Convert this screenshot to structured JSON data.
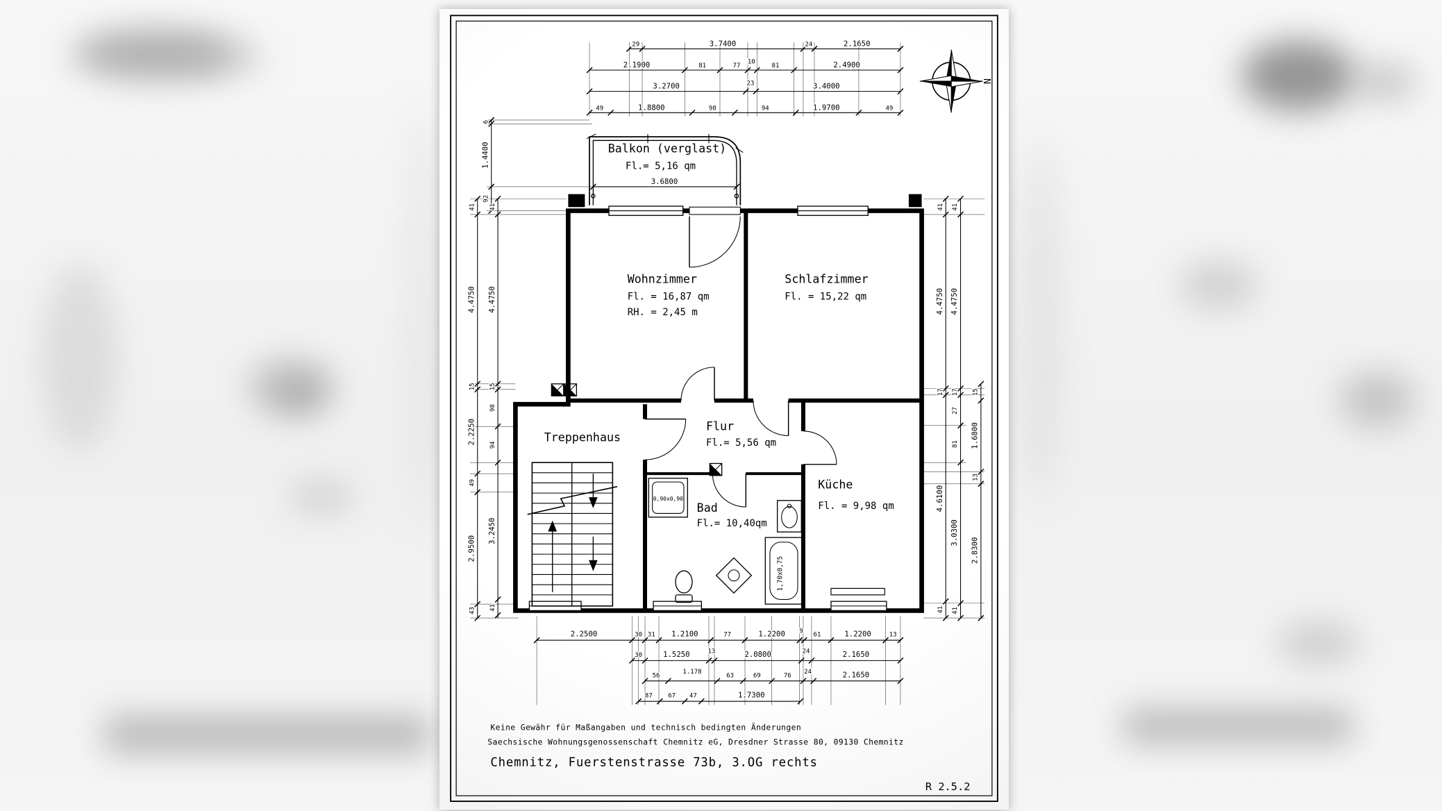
{
  "palette": {
    "ink": "#000000",
    "paper": "#ffffff"
  },
  "compass": {
    "n": "N"
  },
  "rooms": {
    "balkon": {
      "name": "Balkon (verglast)",
      "area": "Fl.= 5,16 qm"
    },
    "wohnzimmer": {
      "name": "Wohnzimmer",
      "area": "Fl. = 16,87 qm",
      "height": "RH. = 2,45 m"
    },
    "schlafzimmer": {
      "name": "Schlafzimmer",
      "area": "Fl. = 15,22 qm"
    },
    "flur": {
      "name": "Flur",
      "area": "Fl.= 5,56 qm"
    },
    "treppenhaus": {
      "name": "Treppenhaus"
    },
    "bad": {
      "name": "Bad",
      "area": "Fl.= 10,40qm"
    },
    "kueche": {
      "name": "Küche",
      "area": "Fl. = 9,98 qm"
    }
  },
  "fixtures": {
    "shower": "0,90x0,90",
    "tub": "1,70x0,75"
  },
  "dims": {
    "t1": [
      "29",
      "3.7400",
      "24",
      "2.1650"
    ],
    "t2": [
      "2.1900",
      "81",
      "77",
      "10",
      "81",
      "2.4900"
    ],
    "t3": [
      "3.2700",
      "23",
      "3.4000"
    ],
    "t4": [
      "49",
      "1.8800",
      "98",
      "94",
      "1.9700",
      "49"
    ],
    "bk": [
      "6",
      "1.4400",
      "92"
    ],
    "bkw": "3.6800",
    "lo": [
      "41",
      "4.4750",
      "15",
      "2.2250",
      "49",
      "2.9500",
      "43"
    ],
    "li": [
      "41",
      "4.4750",
      "15",
      "98",
      "94",
      "3.2450",
      "41"
    ],
    "r1": [
      "41",
      "4.4750",
      "17",
      "4.6100",
      "41"
    ],
    "r2": [
      "41",
      "4.4750",
      "17",
      "27",
      "81",
      "3.0300",
      "41"
    ],
    "r3": [
      "15",
      "1.6800",
      "13",
      "2.8300"
    ],
    "b1": [
      "2.2500",
      "30",
      "31",
      "1.2100",
      "77",
      "1.2200",
      "9",
      "61",
      "1.2200",
      "13"
    ],
    "b2": [
      "30",
      "1.5250",
      "13",
      "2.0800",
      "24",
      "2.1650"
    ],
    "b3": [
      "56",
      "1.178",
      "63",
      "69",
      "76",
      "24",
      "2.1650"
    ],
    "b4": [
      "87",
      "67",
      "47",
      "1.7300"
    ]
  },
  "footer": {
    "disclaimer": "Keine Gewähr für Maßangaben und technisch bedingten Änderungen",
    "org": "Saechsische Wohnungsgenossenschaft Chemnitz eG, Dresdner Strasse 80, 09130 Chemnitz",
    "address": "Chemnitz, Fuerstenstrasse 73b, 3.OG  rechts",
    "ref": "R 2.5.2"
  }
}
